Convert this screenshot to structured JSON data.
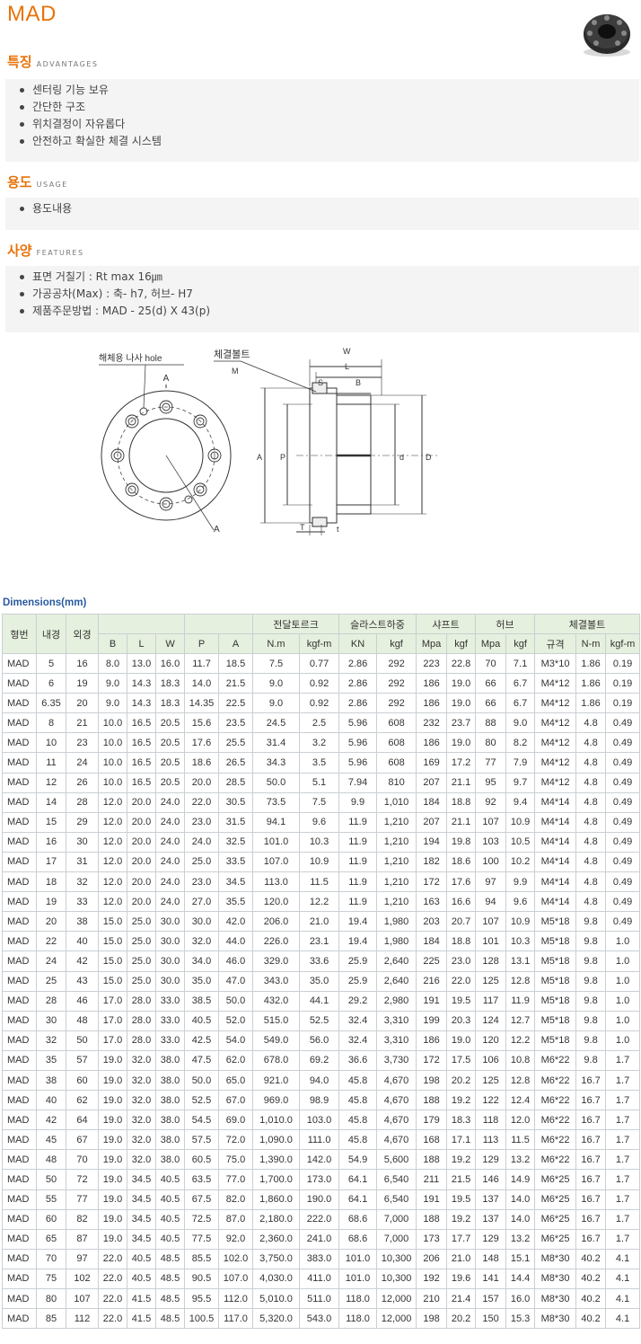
{
  "page": {
    "title": "MAD"
  },
  "sections": {
    "advantages": {
      "ko": "특징",
      "en": "ADVANTAGES",
      "items": [
        "센터링 기능 보유",
        "간단한 구조",
        "위치결정이 자유롭다",
        "안전하고 확실한 체결 시스템"
      ]
    },
    "usage": {
      "ko": "용도",
      "en": "USAGE",
      "items": [
        "용도내용"
      ]
    },
    "features": {
      "ko": "사양",
      "en": "FEATURES",
      "items": [
        "표면 거칠기 : Rt max 16㎛",
        "가공공차(Max) : 축- h7,  허브- H7",
        "제품주문방법 : MAD - 25(d) X 43(p)"
      ]
    }
  },
  "diagram": {
    "hole_label": "해체용 나사 hole",
    "bolt_label": "체결볼트",
    "bolt_sub": "M",
    "labels": {
      "A": "A",
      "W": "W",
      "L": "L",
      "S": "S",
      "B": "B",
      "P": "P",
      "d": "d",
      "D": "D",
      "T": "T",
      "t": "t"
    }
  },
  "dimensions": {
    "title": "Dimensions(mm)",
    "header_top": [
      "형번",
      "내경",
      "외경",
      "",
      "",
      "전달토르크",
      "슬라스트하중",
      "샤프트",
      "허브",
      "체결볼트"
    ],
    "header_sub": [
      "B",
      "L",
      "W",
      "P",
      "A",
      "N.m",
      "kgf-m",
      "KN",
      "kgf",
      "Mpa",
      "kgf",
      "Mpa",
      "kgf",
      "규격",
      "N-m",
      "kgf-m"
    ],
    "rows": [
      [
        "MAD",
        "5",
        "16",
        "8.0",
        "13.0",
        "16.0",
        "11.7",
        "18.5",
        "7.5",
        "0.77",
        "2.86",
        "292",
        "223",
        "22.8",
        "70",
        "7.1",
        "M3*10",
        "1.86",
        "0.19"
      ],
      [
        "MAD",
        "6",
        "19",
        "9.0",
        "14.3",
        "18.3",
        "14.0",
        "21.5",
        "9.0",
        "0.92",
        "2.86",
        "292",
        "186",
        "19.0",
        "66",
        "6.7",
        "M4*12",
        "1.86",
        "0.19"
      ],
      [
        "MAD",
        "6.35",
        "20",
        "9.0",
        "14.3",
        "18.3",
        "14.35",
        "22.5",
        "9.0",
        "0.92",
        "2.86",
        "292",
        "186",
        "19.0",
        "66",
        "6.7",
        "M4*12",
        "1.86",
        "0.19"
      ],
      [
        "MAD",
        "8",
        "21",
        "10.0",
        "16.5",
        "20.5",
        "15.6",
        "23.5",
        "24.5",
        "2.5",
        "5.96",
        "608",
        "232",
        "23.7",
        "88",
        "9.0",
        "M4*12",
        "4.8",
        "0.49"
      ],
      [
        "MAD",
        "10",
        "23",
        "10.0",
        "16.5",
        "20.5",
        "17.6",
        "25.5",
        "31.4",
        "3.2",
        "5.96",
        "608",
        "186",
        "19.0",
        "80",
        "8.2",
        "M4*12",
        "4.8",
        "0.49"
      ],
      [
        "MAD",
        "11",
        "24",
        "10.0",
        "16.5",
        "20.5",
        "18.6",
        "26.5",
        "34.3",
        "3.5",
        "5.96",
        "608",
        "169",
        "17.2",
        "77",
        "7.9",
        "M4*12",
        "4.8",
        "0.49"
      ],
      [
        "MAD",
        "12",
        "26",
        "10.0",
        "16.5",
        "20.5",
        "20.0",
        "28.5",
        "50.0",
        "5.1",
        "7.94",
        "810",
        "207",
        "21.1",
        "95",
        "9.7",
        "M4*12",
        "4.8",
        "0.49"
      ],
      [
        "MAD",
        "14",
        "28",
        "12.0",
        "20.0",
        "24.0",
        "22.0",
        "30.5",
        "73.5",
        "7.5",
        "9.9",
        "1,010",
        "184",
        "18.8",
        "92",
        "9.4",
        "M4*14",
        "4.8",
        "0.49"
      ],
      [
        "MAD",
        "15",
        "29",
        "12.0",
        "20.0",
        "24.0",
        "23.0",
        "31.5",
        "94.1",
        "9.6",
        "11.9",
        "1,210",
        "207",
        "21.1",
        "107",
        "10.9",
        "M4*14",
        "4.8",
        "0.49"
      ],
      [
        "MAD",
        "16",
        "30",
        "12.0",
        "20.0",
        "24.0",
        "24.0",
        "32.5",
        "101.0",
        "10.3",
        "11.9",
        "1,210",
        "194",
        "19.8",
        "103",
        "10.5",
        "M4*14",
        "4.8",
        "0.49"
      ],
      [
        "MAD",
        "17",
        "31",
        "12.0",
        "20.0",
        "24.0",
        "25.0",
        "33.5",
        "107.0",
        "10.9",
        "11.9",
        "1,210",
        "182",
        "18.6",
        "100",
        "10.2",
        "M4*14",
        "4.8",
        "0.49"
      ],
      [
        "MAD",
        "18",
        "32",
        "12.0",
        "20.0",
        "24.0",
        "23.0",
        "34.5",
        "113.0",
        "11.5",
        "11.9",
        "1,210",
        "172",
        "17.6",
        "97",
        "9.9",
        "M4*14",
        "4.8",
        "0.49"
      ],
      [
        "MAD",
        "19",
        "33",
        "12.0",
        "20.0",
        "24.0",
        "27.0",
        "35.5",
        "120.0",
        "12.2",
        "11.9",
        "1,210",
        "163",
        "16.6",
        "94",
        "9.6",
        "M4*14",
        "4.8",
        "0.49"
      ],
      [
        "MAD",
        "20",
        "38",
        "15.0",
        "25.0",
        "30.0",
        "30.0",
        "42.0",
        "206.0",
        "21.0",
        "19.4",
        "1,980",
        "203",
        "20.7",
        "107",
        "10.9",
        "M5*18",
        "9.8",
        "0.49"
      ],
      [
        "MAD",
        "22",
        "40",
        "15.0",
        "25.0",
        "30.0",
        "32.0",
        "44.0",
        "226.0",
        "23.1",
        "19.4",
        "1,980",
        "184",
        "18.8",
        "101",
        "10.3",
        "M5*18",
        "9.8",
        "1.0"
      ],
      [
        "MAD",
        "24",
        "42",
        "15.0",
        "25.0",
        "30.0",
        "34.0",
        "46.0",
        "329.0",
        "33.6",
        "25.9",
        "2,640",
        "225",
        "23.0",
        "128",
        "13.1",
        "M5*18",
        "9.8",
        "1.0"
      ],
      [
        "MAD",
        "25",
        "43",
        "15.0",
        "25.0",
        "30.0",
        "35.0",
        "47.0",
        "343.0",
        "35.0",
        "25.9",
        "2,640",
        "216",
        "22.0",
        "125",
        "12.8",
        "M5*18",
        "9.8",
        "1.0"
      ],
      [
        "MAD",
        "28",
        "46",
        "17.0",
        "28.0",
        "33.0",
        "38.5",
        "50.0",
        "432.0",
        "44.1",
        "29.2",
        "2,980",
        "191",
        "19.5",
        "117",
        "11.9",
        "M5*18",
        "9.8",
        "1.0"
      ],
      [
        "MAD",
        "30",
        "48",
        "17.0",
        "28.0",
        "33.0",
        "40.5",
        "52.0",
        "515.0",
        "52.5",
        "32.4",
        "3,310",
        "199",
        "20.3",
        "124",
        "12.7",
        "M5*18",
        "9.8",
        "1.0"
      ],
      [
        "MAD",
        "32",
        "50",
        "17.0",
        "28.0",
        "33.0",
        "42.5",
        "54.0",
        "549.0",
        "56.0",
        "32.4",
        "3,310",
        "186",
        "19.0",
        "120",
        "12.2",
        "M5*18",
        "9.8",
        "1.0"
      ],
      [
        "MAD",
        "35",
        "57",
        "19.0",
        "32.0",
        "38.0",
        "47.5",
        "62.0",
        "678.0",
        "69.2",
        "36.6",
        "3,730",
        "172",
        "17.5",
        "106",
        "10.8",
        "M6*22",
        "9.8",
        "1.7"
      ],
      [
        "MAD",
        "38",
        "60",
        "19.0",
        "32.0",
        "38.0",
        "50.0",
        "65.0",
        "921.0",
        "94.0",
        "45.8",
        "4,670",
        "198",
        "20.2",
        "125",
        "12.8",
        "M6*22",
        "16.7",
        "1.7"
      ],
      [
        "MAD",
        "40",
        "62",
        "19.0",
        "32.0",
        "38.0",
        "52.5",
        "67.0",
        "969.0",
        "98.9",
        "45.8",
        "4,670",
        "188",
        "19.2",
        "122",
        "12.4",
        "M6*22",
        "16.7",
        "1.7"
      ],
      [
        "MAD",
        "42",
        "64",
        "19.0",
        "32.0",
        "38.0",
        "54.5",
        "69.0",
        "1,010.0",
        "103.0",
        "45.8",
        "4,670",
        "179",
        "18.3",
        "118",
        "12.0",
        "M6*22",
        "16.7",
        "1.7"
      ],
      [
        "MAD",
        "45",
        "67",
        "19.0",
        "32.0",
        "38.0",
        "57.5",
        "72.0",
        "1,090.0",
        "111.0",
        "45.8",
        "4,670",
        "168",
        "17.1",
        "113",
        "11.5",
        "M6*22",
        "16.7",
        "1.7"
      ],
      [
        "MAD",
        "48",
        "70",
        "19.0",
        "32.0",
        "38.0",
        "60.5",
        "75.0",
        "1,390.0",
        "142.0",
        "54.9",
        "5,600",
        "188",
        "19.2",
        "129",
        "13.2",
        "M6*22",
        "16.7",
        "1.7"
      ],
      [
        "MAD",
        "50",
        "72",
        "19.0",
        "34.5",
        "40.5",
        "63.5",
        "77.0",
        "1,700.0",
        "173.0",
        "64.1",
        "6,540",
        "211",
        "21.5",
        "146",
        "14.9",
        "M6*25",
        "16.7",
        "1.7"
      ],
      [
        "MAD",
        "55",
        "77",
        "19.0",
        "34.5",
        "40.5",
        "67.5",
        "82.0",
        "1,860.0",
        "190.0",
        "64.1",
        "6,540",
        "191",
        "19.5",
        "137",
        "14.0",
        "M6*25",
        "16.7",
        "1.7"
      ],
      [
        "MAD",
        "60",
        "82",
        "19.0",
        "34.5",
        "40.5",
        "72.5",
        "87.0",
        "2,180.0",
        "222.0",
        "68.6",
        "7,000",
        "188",
        "19.2",
        "137",
        "14.0",
        "M6*25",
        "16.7",
        "1.7"
      ],
      [
        "MAD",
        "65",
        "87",
        "19.0",
        "34.5",
        "40.5",
        "77.5",
        "92.0",
        "2,360.0",
        "241.0",
        "68.6",
        "7,000",
        "173",
        "17.7",
        "129",
        "13.2",
        "M6*25",
        "16.7",
        "1.7"
      ],
      [
        "MAD",
        "70",
        "97",
        "22.0",
        "40.5",
        "48.5",
        "85.5",
        "102.0",
        "3,750.0",
        "383.0",
        "101.0",
        "10,300",
        "206",
        "21.0",
        "148",
        "15.1",
        "M8*30",
        "40.2",
        "4.1"
      ],
      [
        "MAD",
        "75",
        "102",
        "22.0",
        "40.5",
        "48.5",
        "90.5",
        "107.0",
        "4,030.0",
        "411.0",
        "101.0",
        "10,300",
        "192",
        "19.6",
        "141",
        "14.4",
        "M8*30",
        "40.2",
        "4.1"
      ],
      [
        "MAD",
        "80",
        "107",
        "22.0",
        "41.5",
        "48.5",
        "95.5",
        "112.0",
        "5,010.0",
        "511.0",
        "118.0",
        "12,000",
        "210",
        "21.4",
        "157",
        "16.0",
        "M8*30",
        "40.2",
        "4.1"
      ],
      [
        "MAD",
        "85",
        "112",
        "22.0",
        "41.5",
        "48.5",
        "100.5",
        "117.0",
        "5,320.0",
        "543.0",
        "118.0",
        "12,000",
        "198",
        "20.2",
        "150",
        "15.3",
        "M8*30",
        "40.2",
        "4.1"
      ]
    ]
  }
}
